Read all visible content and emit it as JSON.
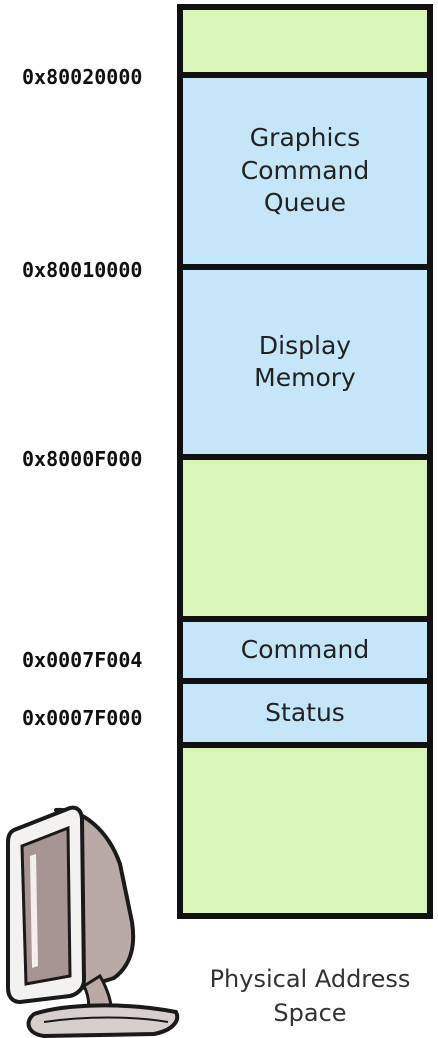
{
  "diagram": {
    "caption": "Physical Address\nSpace",
    "segments": [
      {
        "label": "",
        "color": "#d9f5b8"
      },
      {
        "label": "Graphics\nCommand\nQueue",
        "color": "#c4e6f8"
      },
      {
        "label": "Display\nMemory",
        "color": "#c4e6f8"
      },
      {
        "label": "",
        "color": "#d9f5b8"
      },
      {
        "label": "Command",
        "color": "#c4e6f8"
      },
      {
        "label": "Status",
        "color": "#c4e6f8"
      },
      {
        "label": "",
        "color": "#d9f5b8"
      }
    ],
    "addresses": [
      "0x80020000",
      "0x80010000",
      "0x8000F000",
      "0x0007F004",
      "0x0007F000"
    ]
  }
}
